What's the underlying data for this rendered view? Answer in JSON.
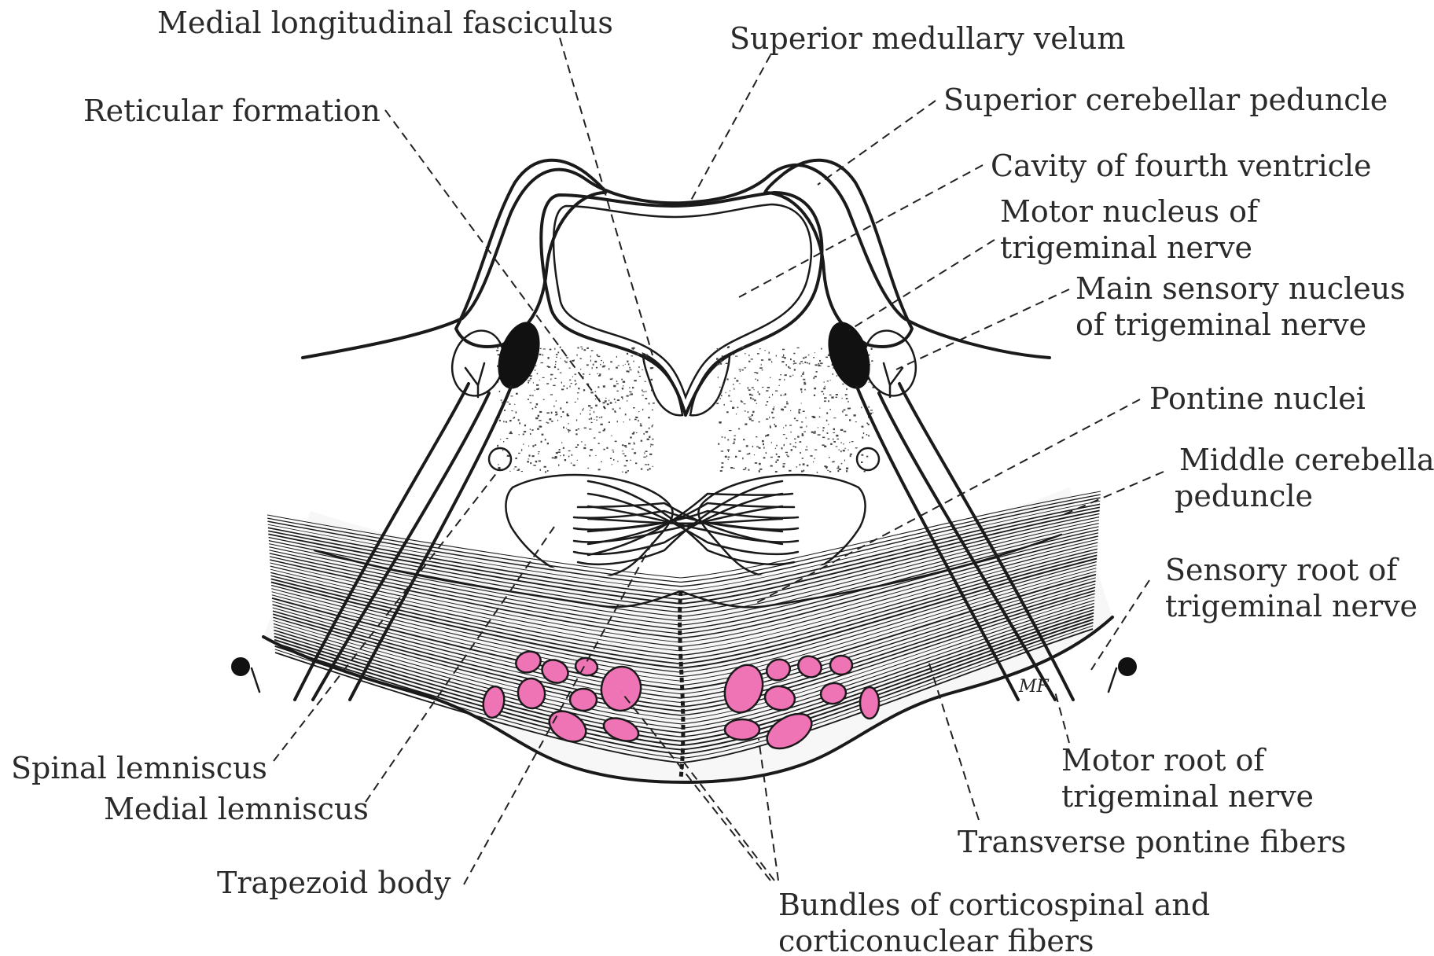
{
  "colors": {
    "green": "#8ed0b4",
    "pink": "#ef74b5",
    "lavender": "#b7b6e6",
    "ink": "#1a1a1a",
    "background": "#ffffff"
  },
  "labels": {
    "medial_longitudinal_fasciculus": "Medial longitudinal fasciculus",
    "superior_medullary_velum": "Superior medullary velum",
    "reticular_formation": "Reticular formation",
    "superior_cerebellar_peduncle": "Superior cerebellar peduncle",
    "cavity_fourth_ventricle": "Cavity of fourth ventricle",
    "motor_nucleus_line1": "Motor nucleus of",
    "motor_nucleus_line2": "trigeminal nerve",
    "main_sensory_line1": "Main sensory nucleus",
    "main_sensory_line2": "of trigeminal nerve",
    "pontine_nuclei": "Pontine nuclei",
    "middle_cerebellar_line1": "Middle cerebellar",
    "middle_cerebellar_line2": "peduncle",
    "sensory_root_line1": "Sensory root of",
    "sensory_root_line2": "trigeminal nerve",
    "spinal_lemniscus": "Spinal  lemniscus",
    "medial_lemniscus": "Medial lemniscus",
    "motor_root_line1": "Motor root of",
    "motor_root_line2": "trigeminal nerve",
    "transverse_pontine_fibers": "Transverse pontine fibers",
    "trapezoid_body": "Trapezoid body",
    "bundles_line1": "Bundles of corticospinal and",
    "bundles_line2": "corticonuclear fibers"
  },
  "signature": "MF"
}
